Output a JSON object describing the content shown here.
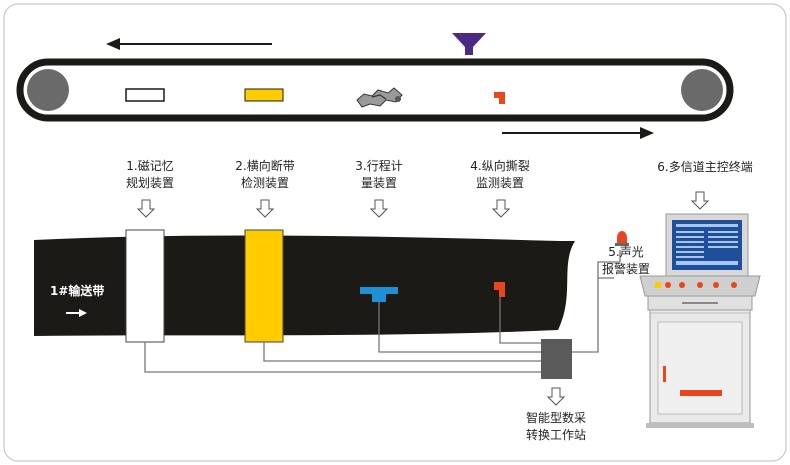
{
  "labels": {
    "magnetic": [
      "1.磁记忆",
      "规划装置"
    ],
    "transverse": [
      "2.横向断带",
      "检测装置"
    ],
    "stroke": [
      "3.行程计",
      "量装置"
    ],
    "longitudinal": [
      "4.纵向撕裂",
      "监测装置"
    ],
    "alarm": [
      "5.声光",
      "报警装置"
    ],
    "terminal": [
      "6.多信道主控终端"
    ],
    "station": [
      "智能型数采",
      "转换工作站"
    ],
    "belt_name": "1#输送带"
  },
  "colors": {
    "belt": "#1c1a17",
    "pulley": "#6a6a6a",
    "yellow": "#ffcc00",
    "blue": "#1e90d8",
    "orange": "#e8461c",
    "funnel": "#4b2a86",
    "cabinet": "#e9e9e9",
    "screen": "#1f4f9a",
    "station": "#5a5a5a",
    "line": "#777777"
  }
}
